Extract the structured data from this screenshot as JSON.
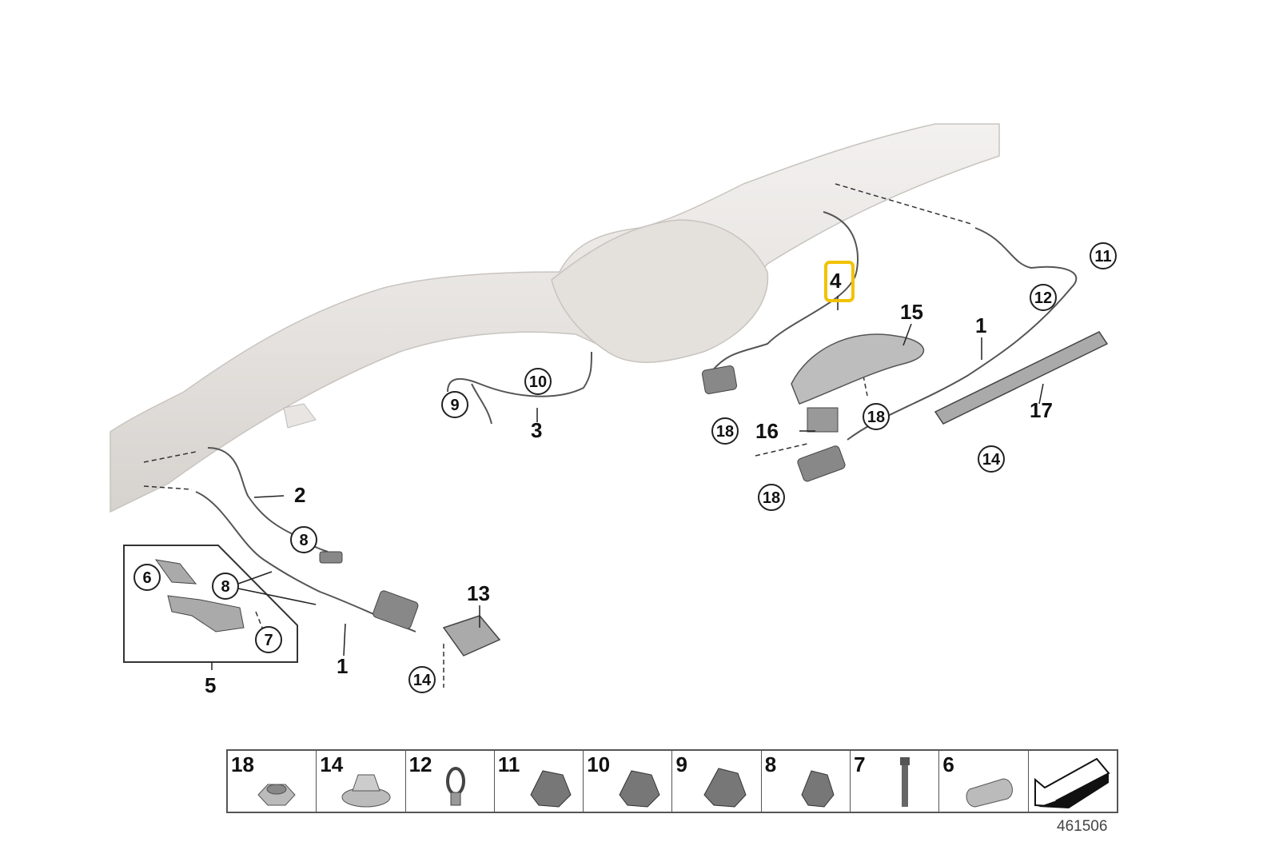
{
  "callouts": {
    "c1a": "1",
    "c1b": "1",
    "c2": "2",
    "c3": "3",
    "c4": "4",
    "c5": "5",
    "c13": "13",
    "c15": "15",
    "c16": "16",
    "c17": "17"
  },
  "circled": {
    "n6": "6",
    "n7": "7",
    "n8a": "8",
    "n8b": "8",
    "n9": "9",
    "n10": "10",
    "n11": "11",
    "n12": "12",
    "n14a": "14",
    "n14b": "14",
    "n18a": "18",
    "n18b": "18",
    "n18c": "18"
  },
  "highlight_color": "#F2C200",
  "parts_bar": [
    "18",
    "14",
    "12",
    "11",
    "10",
    "9",
    "8",
    "7",
    "6"
  ],
  "diagram_number": "461506"
}
